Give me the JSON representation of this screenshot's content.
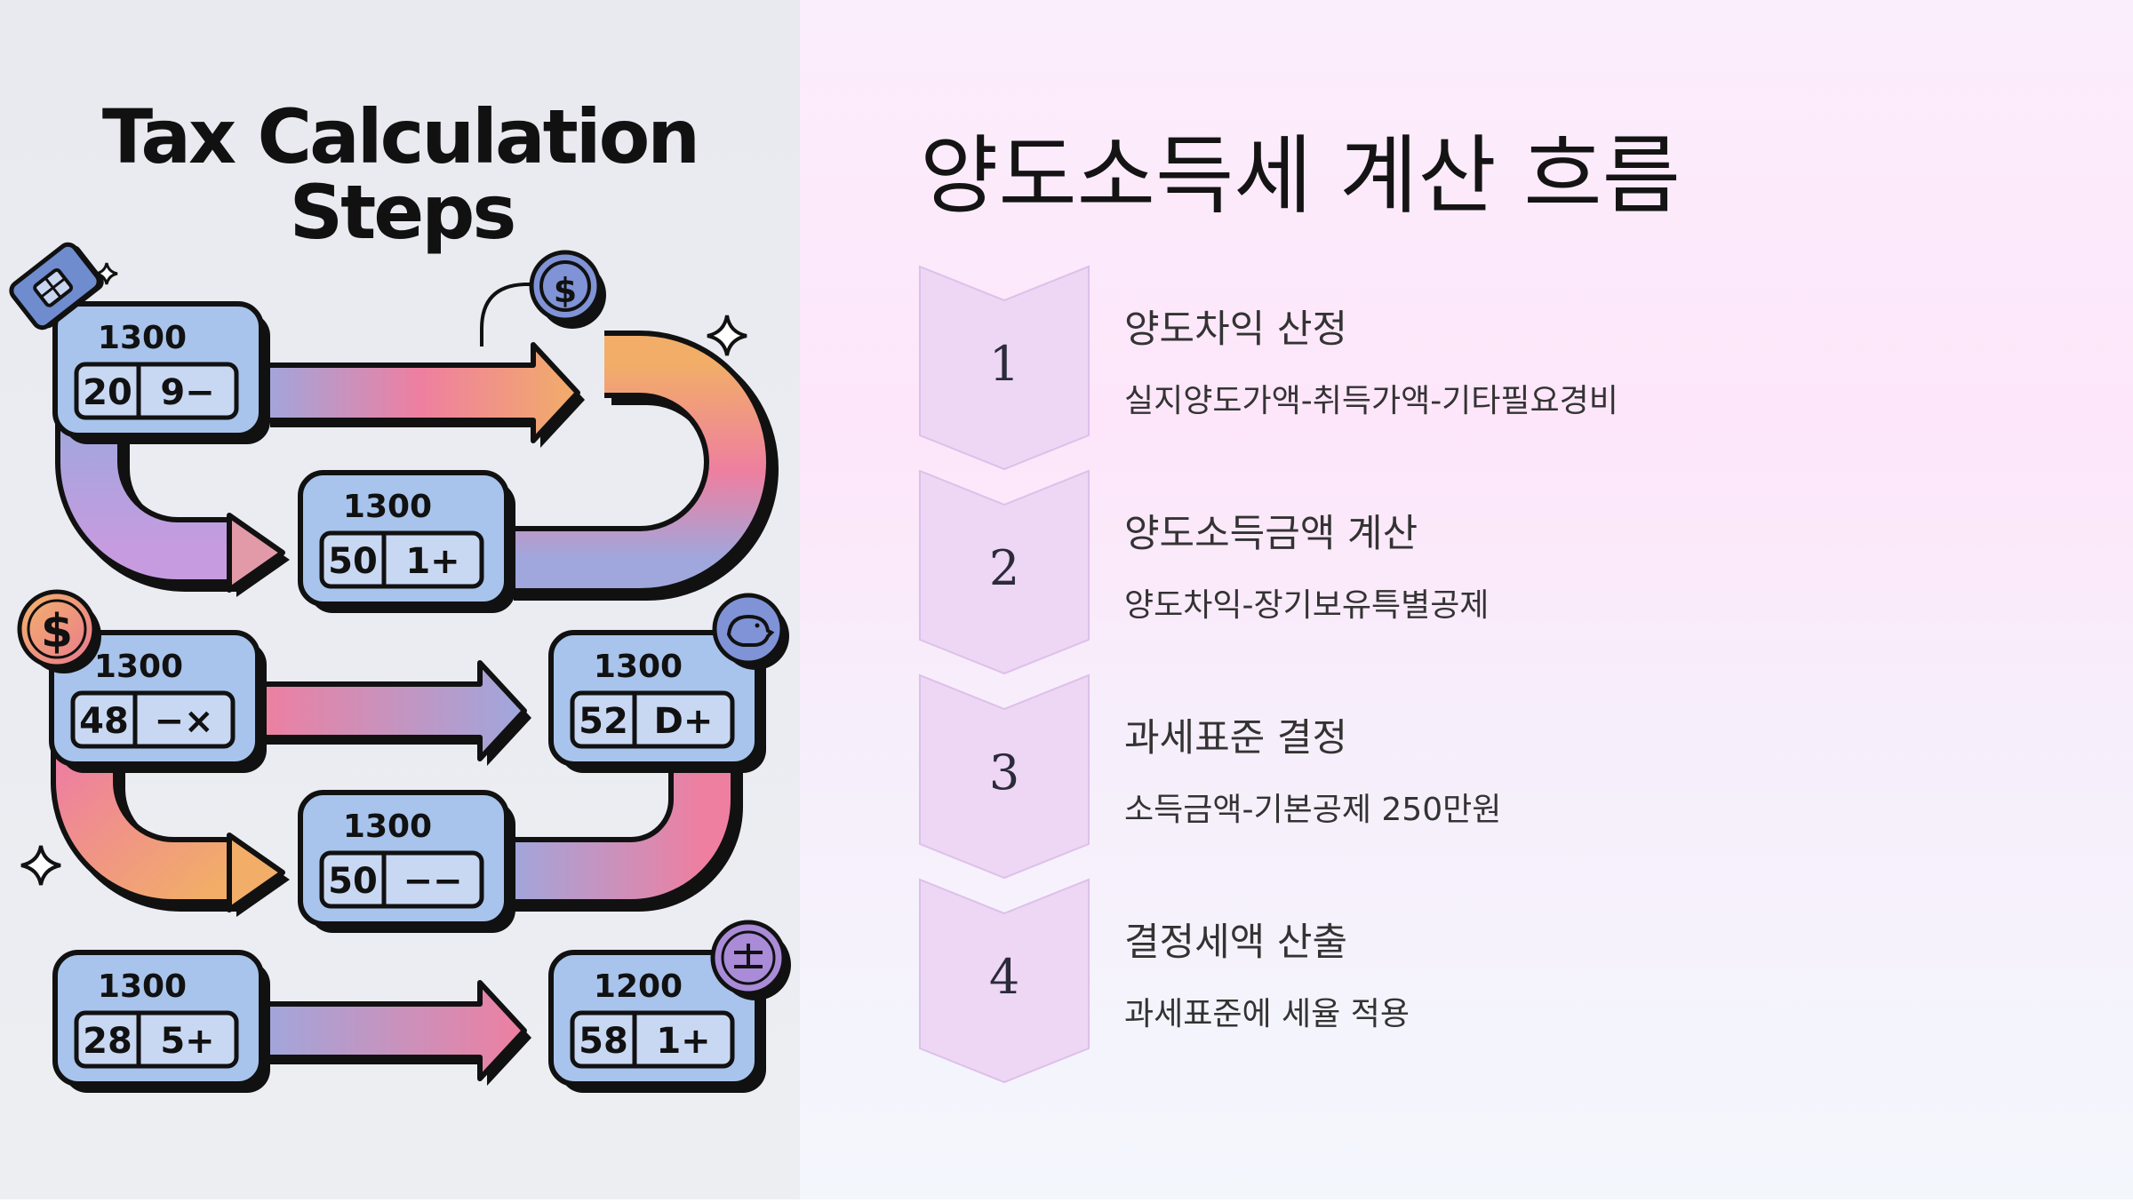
{
  "illustration": {
    "title_line1": "Tax Calculation",
    "title_line2": "Steps",
    "cards": [
      {
        "top": "1300",
        "left": "20",
        "right": "9−"
      },
      {
        "top": "1300",
        "left": "50",
        "right": "1+"
      },
      {
        "top": "1300",
        "left": "48",
        "right": "−×"
      },
      {
        "top": "1300",
        "left": "52",
        "right": "D+"
      },
      {
        "top": "1300",
        "left": "50",
        "right": "−−"
      },
      {
        "top": "1300",
        "left": "28",
        "right": "5+"
      },
      {
        "top": "1200",
        "left": "58",
        "right": "1+"
      }
    ],
    "coin_dollar": "$"
  },
  "flow": {
    "title": "양도소득세 계산 흐름",
    "steps": [
      {
        "number": "1",
        "title": "양도차익 산정",
        "description": "실지양도가액-취득가액-기타필요경비"
      },
      {
        "number": "2",
        "title": "양도소득금액 계산",
        "description": "양도차익-장기보유특별공제"
      },
      {
        "number": "3",
        "title": "과세표준 결정",
        "description": "소득금액-기본공제 250만원"
      },
      {
        "number": "4",
        "title": "결정세액 산출",
        "description": "과세표준에 세율 적용"
      }
    ]
  },
  "colors": {
    "chevron_fill": "#eed6f5",
    "chevron_stroke": "#dcc0ea",
    "card_fill": "#a8c4ec",
    "pipe_blue": "#9fa7dd",
    "pipe_pink": "#ee7fa0",
    "pipe_orange": "#f2ad68"
  }
}
